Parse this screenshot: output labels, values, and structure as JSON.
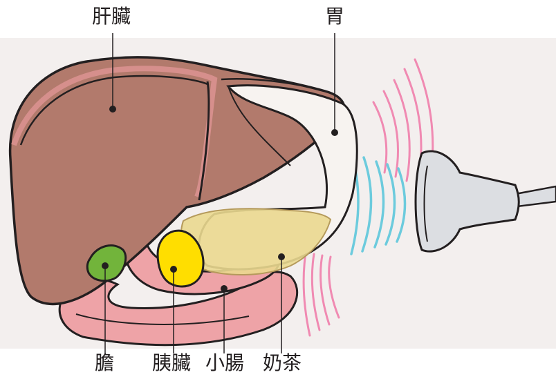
{
  "labels": {
    "liver": "肝臟",
    "stomach": "胃",
    "gallbladder": "膽",
    "pancreas": "胰臟",
    "small_intestine": "小腸",
    "milk_tea": "奶茶"
  },
  "colors": {
    "background_band": "#f3efee",
    "liver": "#b27a6c",
    "liver_rim": "#d68f8c",
    "stomach_fill": "#f7f3f0",
    "intestine": "#eea3a7",
    "gallbladder": "#72b43b",
    "pancreas": "#ffde00",
    "milk_tea": "#ead88f",
    "wave_pink": "#f08ab2",
    "wave_cyan": "#6ccbdd",
    "probe": "#dcdee2"
  }
}
